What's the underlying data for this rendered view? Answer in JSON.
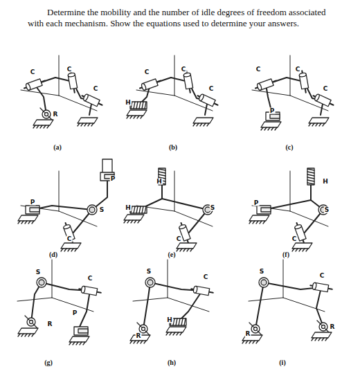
{
  "diagram": {
    "labels": [
      "Determine the mobility and the number of idle degrees of freedom associated with each mechanism. Show the equations used to determine your answers.",
      "C",
      "C",
      "C",
      "R",
      "(a)",
      "C",
      "C",
      "C",
      "H",
      "(b)",
      "C",
      "C",
      "C",
      "P",
      "(c)",
      "P",
      "P",
      "S",
      "C",
      "(d)",
      "H",
      "H",
      "S",
      "C",
      "(e)",
      "H",
      "P",
      "S",
      "C",
      "(f)",
      "S",
      "C",
      "R",
      "P",
      "(g)",
      "S",
      "C",
      "H",
      "R",
      "(h)",
      "S",
      "C",
      "R",
      "R",
      "(i)"
    ]
  }
}
